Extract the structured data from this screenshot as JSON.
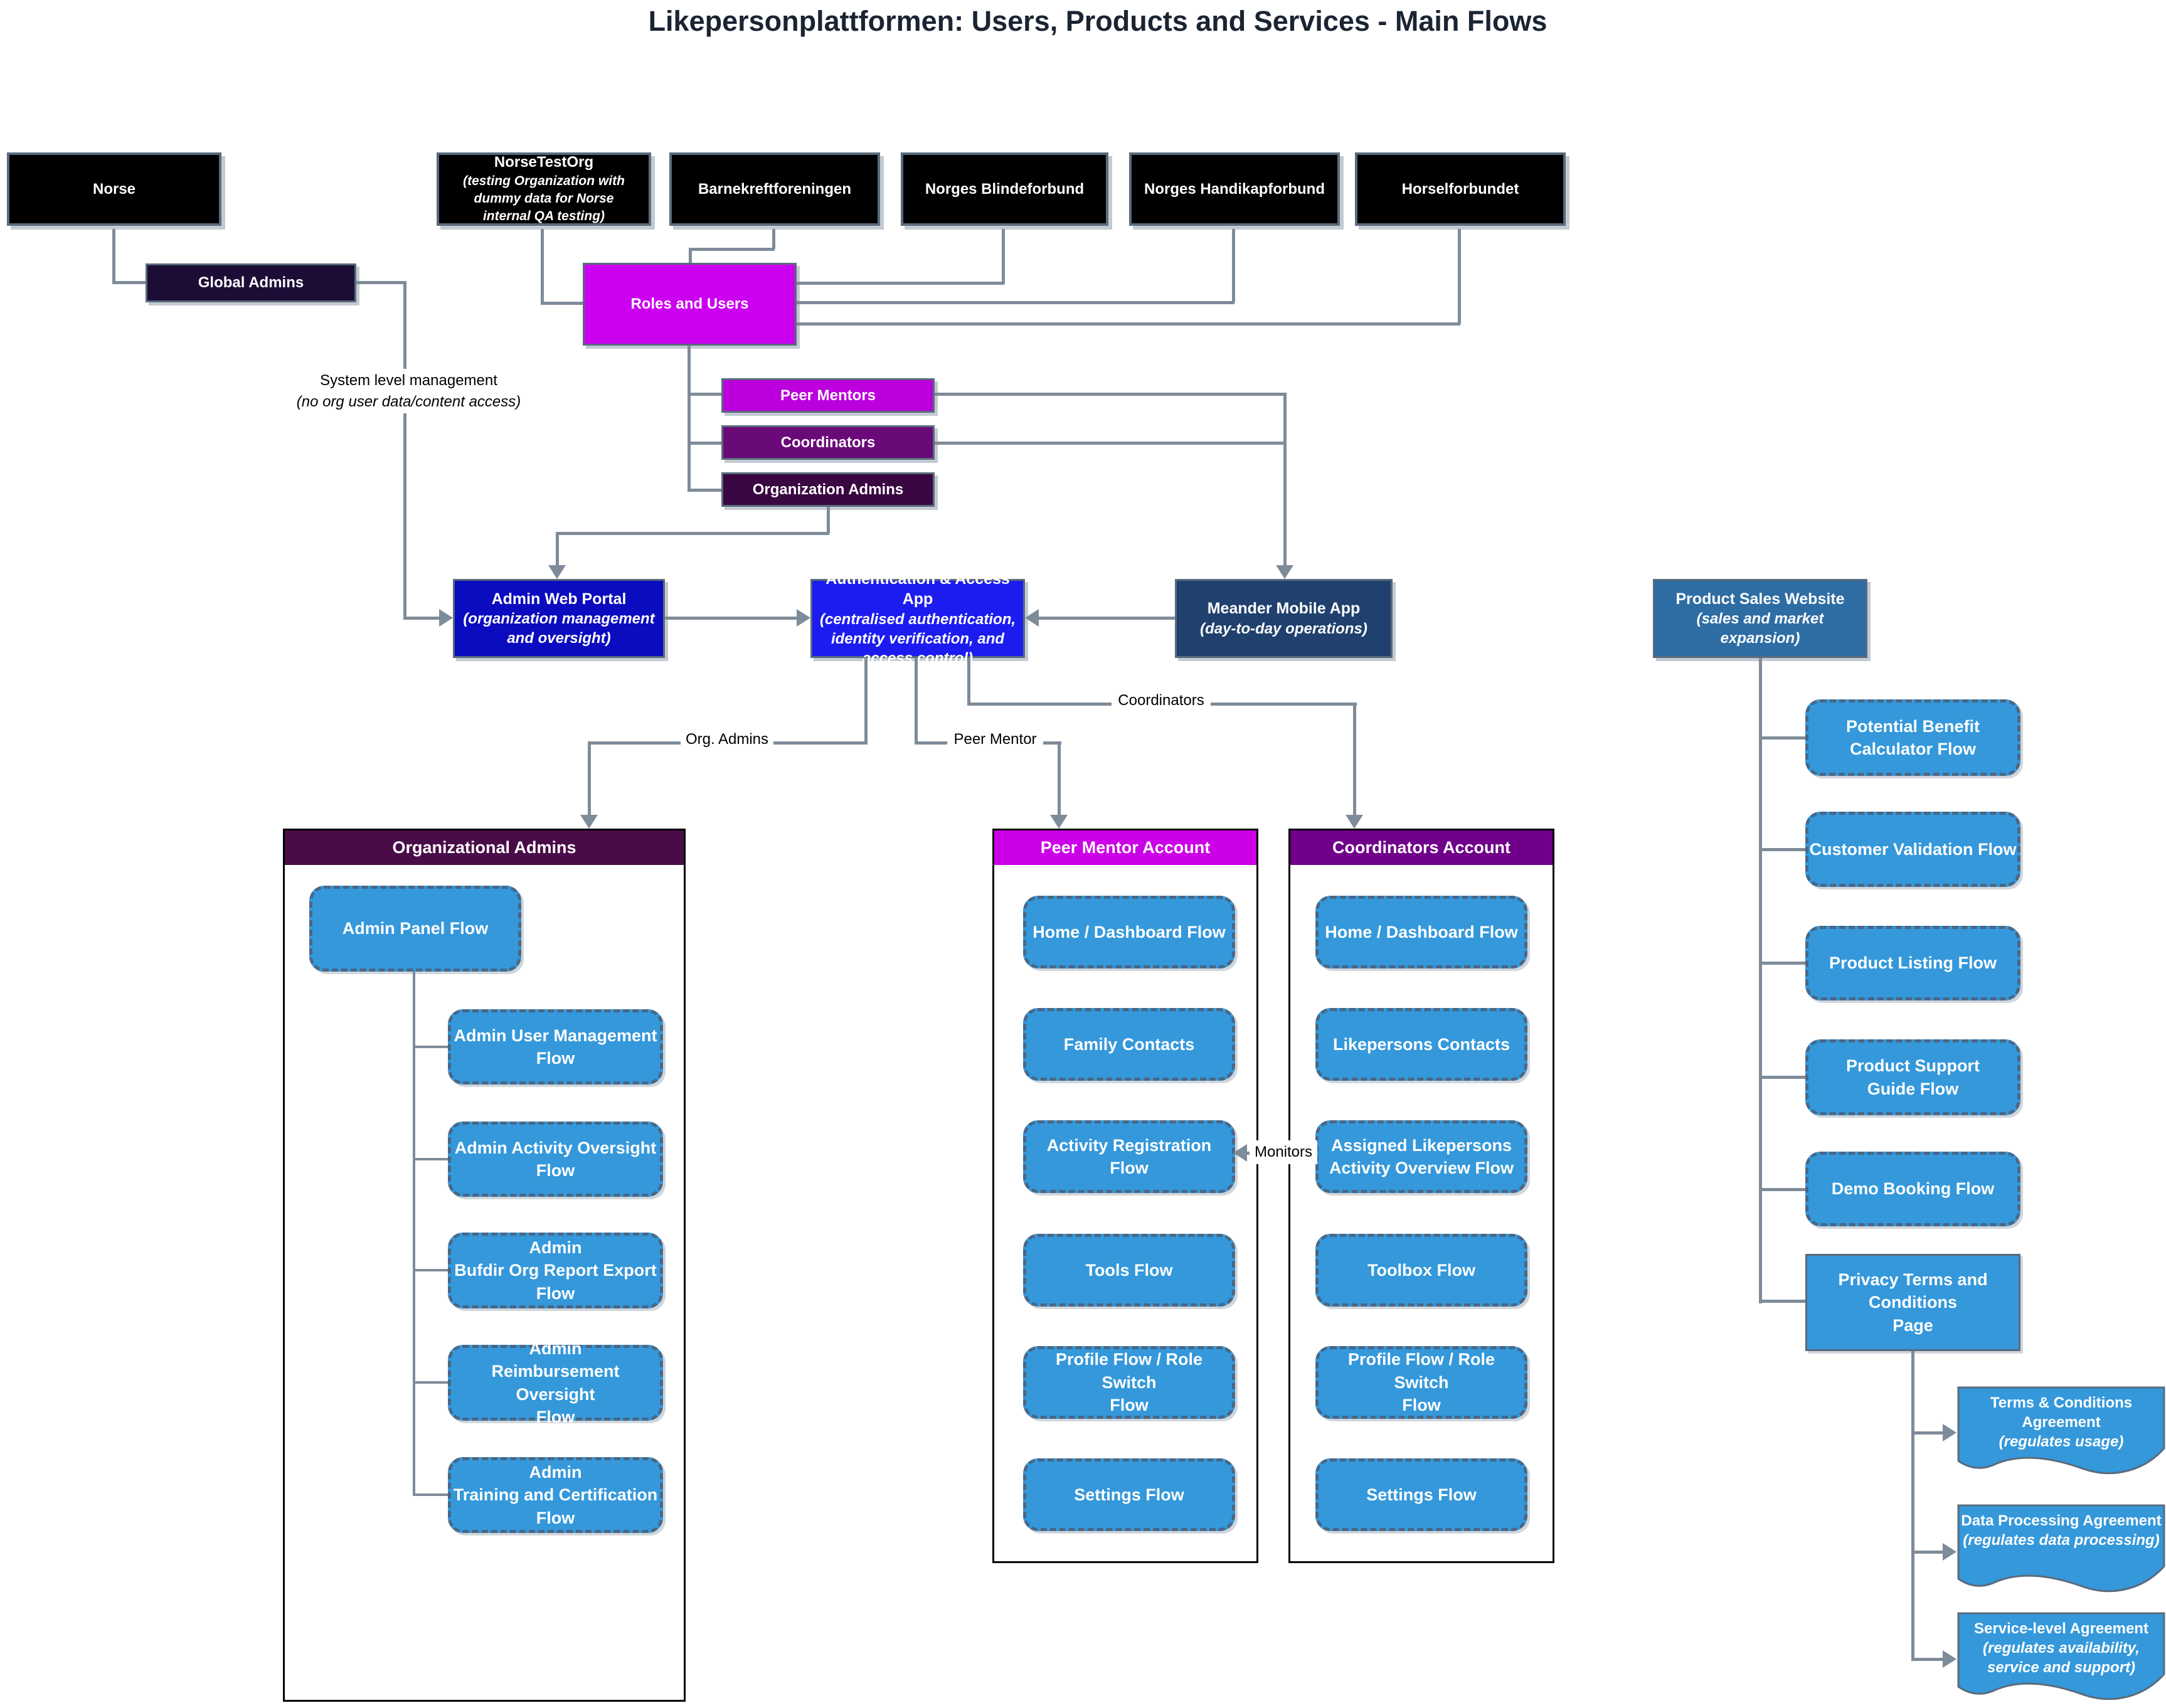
{
  "title": "Likepersonplattformen: Users, Products and Services - Main Flows",
  "org_boxes": [
    {
      "label": "Norse"
    },
    {
      "label": "NorseTestOrg",
      "sublabel": "(testing Organization with\ndummy data for Norse\ninternal QA testing)"
    },
    {
      "label": "Barnekreftforeningen"
    },
    {
      "label": "Norges Blindeforbund"
    },
    {
      "label": "Norges Handikapforbund"
    },
    {
      "label": "Horselforbundet"
    }
  ],
  "role_boxes": {
    "global_admins": "Global Admins",
    "roles_and_users": "Roles and Users",
    "peer_mentors": "Peer Mentors",
    "coordinators": "Coordinators",
    "organization_admins": "Organization Admins"
  },
  "apps": {
    "admin_web_portal": {
      "title": "Admin Web Portal",
      "subtitle": "(organization management\nand oversight)"
    },
    "auth_access_app": {
      "title": "Authentication & Access App",
      "subtitle": "(centralised authentication,\nidentity verification, and\naccess control)"
    },
    "meander_mobile_app": {
      "title": "Meander Mobile App",
      "subtitle": "(day-to-day operations)"
    },
    "product_sales_website": {
      "title": "Product Sales Website",
      "subtitle": "(sales and market\nexpansion)"
    }
  },
  "edge_labels": {
    "system_level_line1": "System level management",
    "system_level_line2": "(no org user data/content access)",
    "org_admins": "Org. Admins",
    "peer_mentor": "Peer Mentor",
    "coordinators": "Coordinators",
    "monitors": "Monitors"
  },
  "panels": {
    "organizational_admins": {
      "header": "Organizational Admins",
      "root": "Admin Panel Flow",
      "items": [
        "Admin User Management\nFlow",
        "Admin Activity Oversight\nFlow",
        "Admin\nBufdir Org Report Export\nFlow",
        "Admin\nReimbursement Oversight\nFlow",
        "Admin\nTraining and Certification\nFlow"
      ]
    },
    "peer_mentor_account": {
      "header": "Peer Mentor Account",
      "items": [
        "Home / Dashboard Flow",
        "Family Contacts",
        "Activity Registration Flow",
        "Tools Flow",
        "Profile Flow / Role Switch\nFlow",
        "Settings Flow"
      ]
    },
    "coordinators_account": {
      "header": "Coordinators Account",
      "items": [
        "Home / Dashboard Flow",
        "Likepersons Contacts",
        "Assigned Likepersons\nActivity Overview Flow",
        "Toolbox Flow",
        "Profile Flow / Role Switch\nFlow",
        "Settings Flow"
      ]
    }
  },
  "sales_flows": [
    "Potential Benefit\nCalculator Flow",
    "Customer Validation Flow",
    "Product Listing Flow",
    "Product Support\nGuide Flow",
    "Demo Booking Flow"
  ],
  "privacy_page": "Privacy Terms and\nConditions\nPage",
  "agreements": [
    {
      "title": "Terms & Conditions\nAgreement",
      "subtitle": "(regulates usage)"
    },
    {
      "title": "Data Processing Agreement",
      "subtitle": "(regulates data processing)"
    },
    {
      "title": "Service-level Agreement",
      "subtitle": "(regulates availability,\nservice and support)"
    }
  ],
  "colors": {
    "line": "#7e8b99",
    "black_box": "#000000",
    "black_box_border": "#5a6b7c",
    "global_admins": "#1d0d36",
    "roles_and_users": "#cc00f0",
    "peer_mentors": "#bb00dd",
    "coordinators": "#6a0a78",
    "organization_admins": "#3a0742",
    "admin_web_portal": "#0b0bbf",
    "auth_access_app": "#1c1cf0",
    "meander_mobile_app": "#20406e",
    "product_sales_website": "#2e6da4",
    "flow_blue": "#3498db",
    "flow_border": "#4a6785",
    "panel_header_org_admins": "#4a0c48",
    "panel_header_peer_mentor": "#cc00e6",
    "panel_header_coordinators": "#70008a",
    "title_text": "#1b2433"
  }
}
